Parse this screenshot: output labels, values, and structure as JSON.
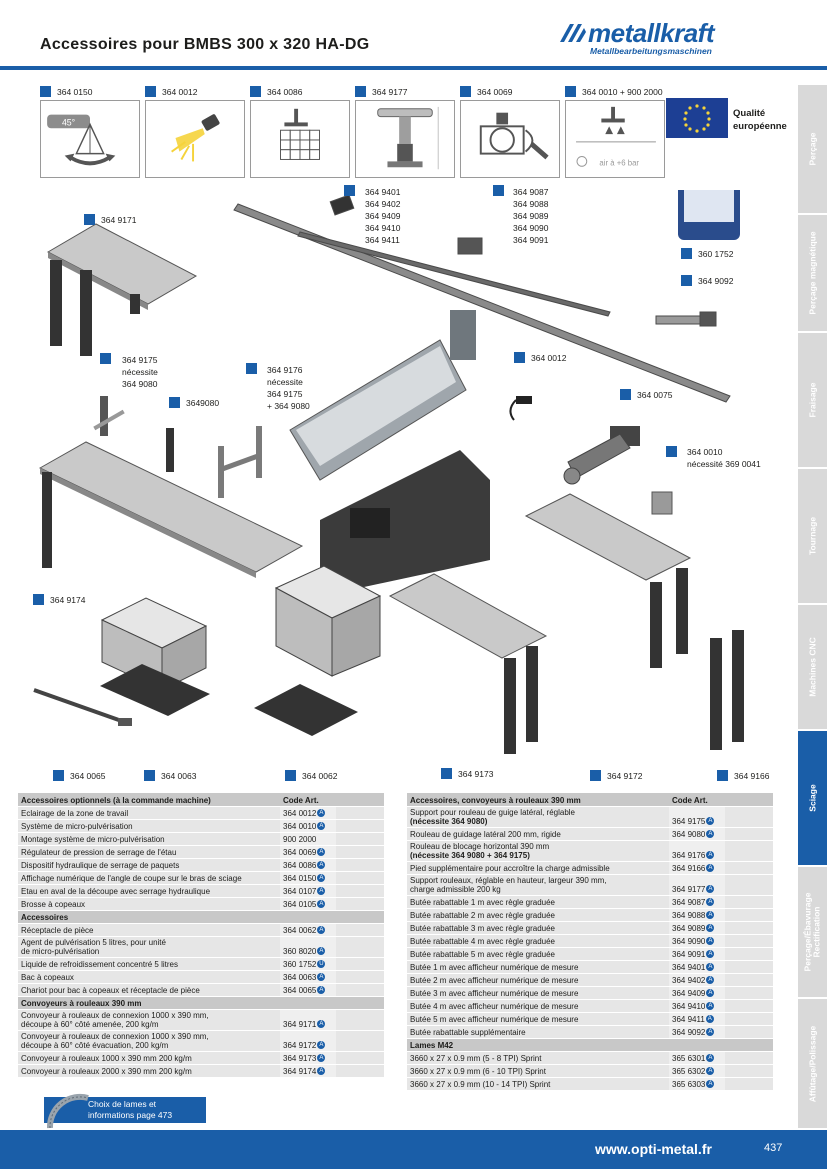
{
  "header": {
    "title": "Accessoires pour BMBS 300 x 320 HA-DG",
    "brand": "metallkraft",
    "brand_sub": "Metallbearbeitungsmaschinen"
  },
  "colors": {
    "accent": "#1a5ea8",
    "tab_inactive": "#d9d9d9",
    "table_head": "#c8c8c8",
    "table_row": "#e6e6e6"
  },
  "sidebar": {
    "tabs": [
      "Perçage",
      "Perçage magnétique",
      "Fraisage",
      "Tournage",
      "Machines CNC",
      "Sciage",
      "Perçage/Ébavurage Rectification",
      "Affûtage/Polissage"
    ],
    "active": "Sciage"
  },
  "icon_codes": [
    "364 0150",
    "364 0012",
    "364 0086",
    "364 9177",
    "364 0069",
    "364 0010 + 900 2000"
  ],
  "icon_texts": {
    "angle": "45°",
    "air": "air à +6 bar"
  },
  "quality": {
    "line1": "Qualité",
    "line2": "européenne"
  },
  "callouts": {
    "c_3649171": "364 9171",
    "c_3649401_group": [
      "364 9401",
      "364 9402",
      "364 9409",
      "364 9410",
      "364 9411"
    ],
    "c_3649087_group": [
      "364 9087",
      "364 9088",
      "364 9089",
      "364 9090",
      "364 9091"
    ],
    "c_3601752": "360 1752",
    "c_3649092": "364 9092",
    "c_3649175": [
      "364 9175",
      "nécessite",
      "364 9080"
    ],
    "c_3649080": "3649080",
    "c_3649176": [
      "364 9176",
      "nécessite",
      "364 9175",
      "+ 364 9080"
    ],
    "c_3640012": "364 0012",
    "c_3640075": "364 0075",
    "c_3640010": [
      "364 0010",
      "nécessité 369 0041"
    ],
    "c_3649174": "364 9174",
    "c_3640065": "364 0065",
    "c_3640063": "364 0063",
    "c_3640062": "364 0062",
    "c_3649173": "364 9173",
    "c_3649172": "364 9172",
    "c_3649166": "364 9166"
  },
  "table_left": {
    "header": [
      "Accessoires optionnels (à la commande machine)",
      "Code Art."
    ],
    "rows": [
      {
        "type": "row",
        "label": "Eclairage de la zone de travail",
        "code": "364 0012"
      },
      {
        "type": "row",
        "label": "Système de micro-pulvérisation",
        "code": "364 0010"
      },
      {
        "type": "row",
        "label": "Montage système de micro-pulvérisation",
        "code": "900 2000"
      },
      {
        "type": "row",
        "label": "Régulateur de pression de serrage de l'étau",
        "code": "364 0069"
      },
      {
        "type": "row",
        "label": "Dispositif hydraulique de serrage de paquets",
        "code": "364 0086"
      },
      {
        "type": "row",
        "label": "Affichage numérique de l'angle de coupe sur le bras de sciage",
        "code": "364 0150"
      },
      {
        "type": "row",
        "label": "Etau en aval de la découpe avec serrage hydraulique",
        "code": "364 0107"
      },
      {
        "type": "row",
        "label": "Brosse à copeaux",
        "code": "364 0105"
      },
      {
        "type": "sec",
        "label": "Accessoires",
        "code": ""
      },
      {
        "type": "row",
        "label": "Réceptacle de pièce",
        "code": "364 0062"
      },
      {
        "type": "row",
        "label": "Agent de pulvérisation 5 litres, pour unité",
        "label2": "de micro-pulvérisation",
        "code": "360 8020"
      },
      {
        "type": "row",
        "label": "Liquide de refroidissement concentré 5 litres",
        "code": "360 1752"
      },
      {
        "type": "row",
        "label": "Bac à copeaux",
        "code": "364 0063"
      },
      {
        "type": "row",
        "label": "Chariot pour bac à copeaux et réceptacle de pièce",
        "code": "364 0065"
      },
      {
        "type": "sec",
        "label": "Convoyeurs à rouleaux 390 mm",
        "code": ""
      },
      {
        "type": "row",
        "label": "Convoyeur à rouleaux de connexion 1000 x 390 mm,",
        "label2": "découpe à 60° côté amenée, 200 kg/m",
        "code": "364 9171"
      },
      {
        "type": "row",
        "label": "Convoyeur à rouleaux de connexion 1000 x 390 mm,",
        "label2": "découpe à 60° côté évacuation, 200 kg/m",
        "code": "364 9172"
      },
      {
        "type": "row",
        "label": "Convoyeur à rouleaux 1000 x 390 mm 200 kg/m",
        "code": "364 9173"
      },
      {
        "type": "row",
        "label": "Convoyeur à rouleaux 2000 x 390 mm 200 kg/m",
        "code": "364 9174"
      }
    ]
  },
  "table_right": {
    "header": [
      "Accessoires, convoyeurs à rouleaux 390 mm",
      "Code Art."
    ],
    "rows": [
      {
        "type": "row",
        "label": "Support pour rouleau de guige latéral, réglable",
        "label2b": "(nécessite 364 9080)",
        "code": "364 9175"
      },
      {
        "type": "row",
        "label": "Rouleau de guidage latéral 200 mm, rigide",
        "code": "364 9080"
      },
      {
        "type": "row",
        "label": "Rouleau de blocage horizontal 390 mm",
        "label2b": "(nécessite 364 9080 + 364 9175)",
        "code": "364 9176"
      },
      {
        "type": "row",
        "label": "Pied supplémentaire pour accroître la charge admissible",
        "code": "364 9166"
      },
      {
        "type": "row",
        "label": "Support rouleaux, réglable en hauteur, largeur 390 mm,",
        "label2": "charge admissible 200 kg",
        "code": "364 9177"
      },
      {
        "type": "row",
        "label": "Butée rabattable 1 m avec règle graduée",
        "code": "364 9087"
      },
      {
        "type": "row",
        "label": "Butée rabattable 2 m avec règle graduée",
        "code": "364 9088"
      },
      {
        "type": "row",
        "label": "Butée rabattable 3 m avec règle graduée",
        "code": "364 9089"
      },
      {
        "type": "row",
        "label": "Butée rabattable 4 m avec règle graduée",
        "code": "364 9090"
      },
      {
        "type": "row",
        "label": "Butée rabattable 5 m avec règle graduée",
        "code": "364 9091"
      },
      {
        "type": "row",
        "label": "Butée 1 m avec afficheur numérique de mesure",
        "code": "364 9401"
      },
      {
        "type": "row",
        "label": "Butée 2 m avec afficheur numérique de mesure",
        "code": "364 9402"
      },
      {
        "type": "row",
        "label": "Butée 3 m avec afficheur numérique de mesure",
        "code": "364 9409"
      },
      {
        "type": "row",
        "label": "Butée 4 m avec afficheur numérique de mesure",
        "code": "364 9410"
      },
      {
        "type": "row",
        "label": "Butée 5 m avec afficheur numérique de mesure",
        "code": "364 9411"
      },
      {
        "type": "row",
        "label": "Butée rabattable supplémentaire",
        "code": "364 9092"
      },
      {
        "type": "sec",
        "label": "Lames M42",
        "code": ""
      },
      {
        "type": "row",
        "label": "3660 x 27 x 0.9 mm (5 - 8 TPI) Sprint",
        "code": "365 6301"
      },
      {
        "type": "row",
        "label": "3660 x 27 x 0.9 mm (6 - 10 TPI) Sprint",
        "code": "365 6302"
      },
      {
        "type": "row",
        "label": "3660 x 27 x 0.9 mm (10 - 14 TPI) Sprint",
        "code": "365 6303"
      }
    ]
  },
  "note": {
    "line1": "Choix de lames et",
    "line2": "informations page 473"
  },
  "footer": {
    "url": "www.opti-metal.fr",
    "page": "437"
  }
}
